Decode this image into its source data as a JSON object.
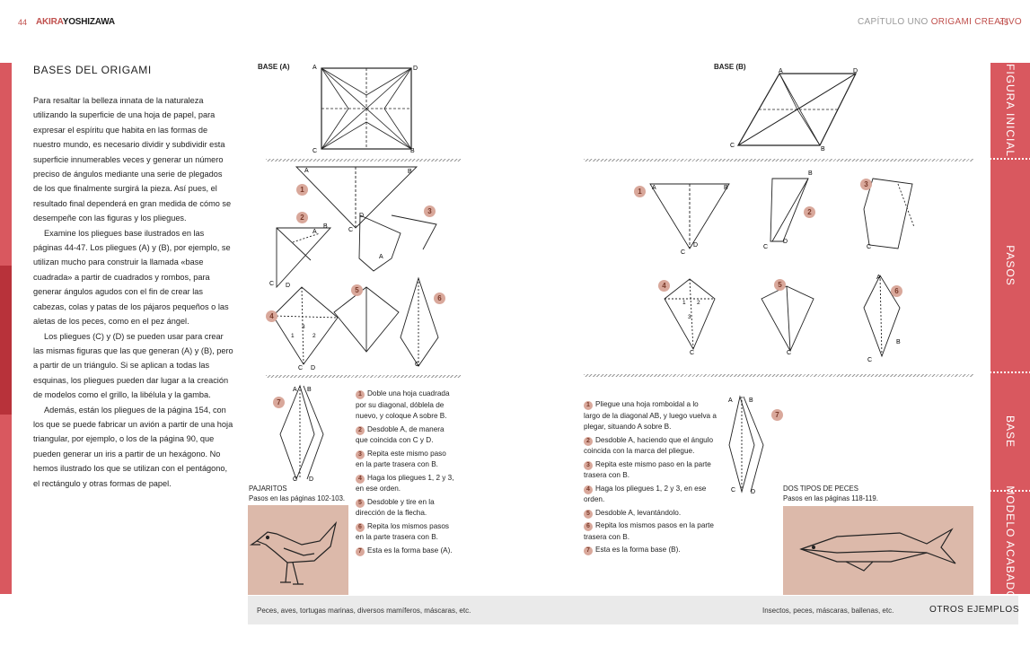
{
  "header": {
    "left_page_number": "44",
    "brand_first": "AKIRA",
    "brand_second": "YOSHIZAWA",
    "chapter": "CAPÍTULO UNO",
    "chapter_title": "ORIGAMI CREATIVO",
    "right_page_number": "45"
  },
  "article": {
    "title": "BASES DEL ORIGAMI",
    "paragraphs": [
      "Para resaltar la belleza innata de la naturaleza utilizando la superficie de una hoja de papel, para expresar el espíritu que habita en las formas de nuestro mundo, es necesario dividir y subdividir esta superficie innumerables veces y generar un número preciso de ángulos mediante una serie de plegados de los que finalmente surgirá la pieza. Así pues, el resultado final dependerá en gran medida de cómo se desempeñe con las figuras y los pliegues.",
      "Examine los pliegues base ilustrados en las páginas 44-47. Los pliegues (A) y (B), por ejemplo, se utilizan mucho para construir la llamada «base cuadrada» a partir de cuadrados y rombos, para generar ángulos agudos con el fin de crear las cabezas, colas y patas de los pájaros pequeños o las aletas de los peces, como en el pez ángel.",
      "Los pliegues (C) y (D) se pueden usar para crear las mismas figuras que las que generan (A) y (B), pero a partir de un triángulo. Si se aplican a todas las esquinas, los pliegues pueden dar lugar a la creación de modelos como el grillo, la libélula y la gamba.",
      "Además, están los pliegues de la página 154, con los que se puede fabricar un avión a partir de una hoja triangular, por ejemplo, o los de la página 90, que pueden generar un iris a partir de un hexágono. No hemos ilustrado los que se utilizan con el pentágono, el rectángulo y otras formas de papel."
    ]
  },
  "base_a": {
    "label": "BASE (A)",
    "corners": [
      "A",
      "B",
      "C",
      "D"
    ],
    "step_numbers": [
      "1",
      "2",
      "3",
      "4",
      "5",
      "6",
      "7"
    ],
    "steps": [
      {
        "n": "1",
        "text": "Doble una hoja cuadrada por su diagonal, dóblela de nuevo, y coloque A sobre B."
      },
      {
        "n": "2",
        "text": "Desdoble A, de manera que coincida con C y D."
      },
      {
        "n": "3",
        "text": "Repita este mismo paso en la parte trasera con B."
      },
      {
        "n": "4",
        "text": "Haga los pliegues 1, 2 y 3, en ese orden."
      },
      {
        "n": "5",
        "text": "Desdoble y tire en la dirección de la flecha."
      },
      {
        "n": "6",
        "text": "Repita los mismos pasos en la parte trasera con B."
      },
      {
        "n": "7",
        "text": "Esta es la forma base (A)."
      }
    ],
    "example_title": "PAJARITOS",
    "example_pages": "Pasos en las páginas 102-103."
  },
  "base_b": {
    "label": "BASE (B)",
    "corners": [
      "A",
      "B",
      "C",
      "D"
    ],
    "step_numbers": [
      "1",
      "2",
      "3",
      "4",
      "5",
      "6",
      "7"
    ],
    "steps": [
      {
        "n": "1",
        "text": "Pliegue una hoja romboidal a lo largo de la diagonal AB, y luego vuelva a plegar, situando A sobre B."
      },
      {
        "n": "2",
        "text": "Desdoble A, haciendo que el ángulo coincida con la marca del pliegue."
      },
      {
        "n": "3",
        "text": "Repita este mismo paso en la parte trasera con B."
      },
      {
        "n": "4",
        "text": "Haga los pliegues 1, 2 y 3, en ese orden."
      },
      {
        "n": "5",
        "text": "Desdoble A, levantándolo."
      },
      {
        "n": "6",
        "text": "Repita los mismos pasos en la parte trasera con B."
      },
      {
        "n": "7",
        "text": "Esta es la forma base (B)."
      }
    ],
    "example_title": "DOS TIPOS DE PECES",
    "example_pages": "Pasos en las páginas 118-119."
  },
  "diagram_fold_labels": [
    "1",
    "2",
    "3"
  ],
  "side_tabs": [
    "FIGURA INICIAL",
    "PASOS",
    "BASE",
    "MODELO ACABADO"
  ],
  "footer": {
    "left_examples": "Peces, aves, tortugas marinas, diversos mamíferos, máscaras, etc.",
    "right_examples": "Insectos, peces, máscaras, ballenas, etc.",
    "heading": "OTROS EJEMPLOS"
  },
  "colors": {
    "accent": "#d9585f",
    "accent_dark": "#b8323a",
    "step_circle": "#d9a89b",
    "photo_bg": "#dcb9aa",
    "footer_bg": "#eaeaea"
  }
}
